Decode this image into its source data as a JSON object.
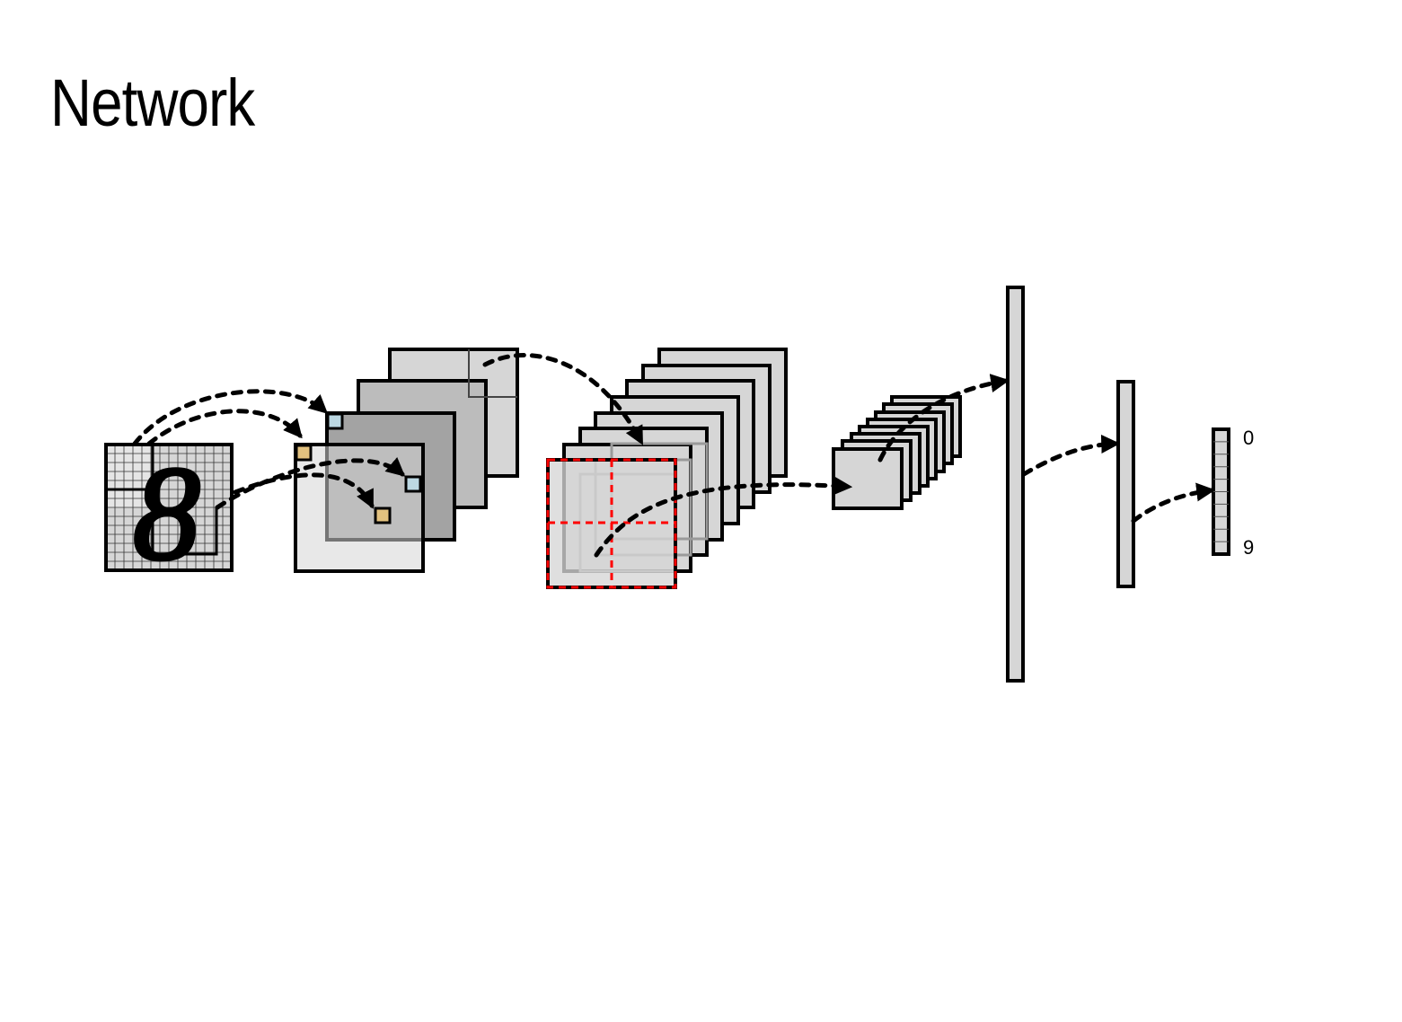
{
  "title": "Network",
  "output_labels": {
    "first": "0",
    "last": "9"
  },
  "input_digit": "8",
  "colors": {
    "stroke": "#000000",
    "fill_light": "#d6d6d6",
    "fill_mid": "#bcbcbc",
    "fill_dark": "#a3a3a3",
    "kernel_blue": "#bcd8e3",
    "kernel_tan": "#e3c27f",
    "pool_grid": "#ff0000"
  }
}
